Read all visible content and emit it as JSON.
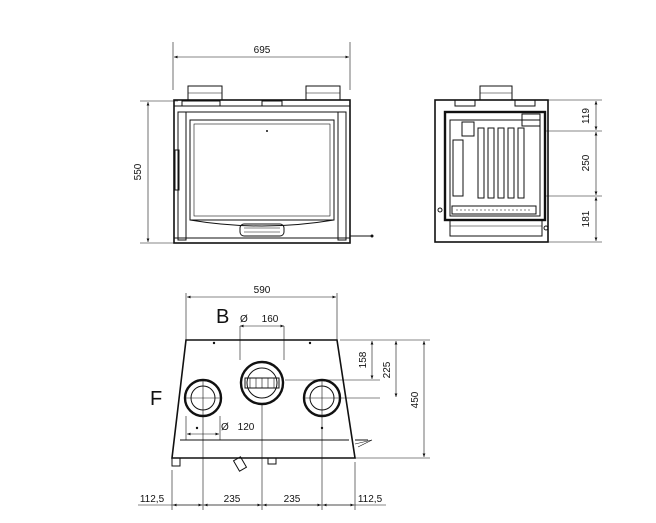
{
  "front": {
    "width": "695",
    "height": "550"
  },
  "side": {
    "top": "119",
    "middle": "250",
    "bottom": "181"
  },
  "top_view": {
    "width": "590",
    "label_b": "B",
    "diam_symbol_b": "Ø",
    "diam_b": "160",
    "dim_158": "158",
    "dim_225": "225",
    "dim_450": "450",
    "label_f": "F",
    "diam_symbol_f": "Ø",
    "diam_f": "120",
    "bottom_dims": [
      "112,5",
      "235",
      "235",
      "112,5"
    ]
  }
}
